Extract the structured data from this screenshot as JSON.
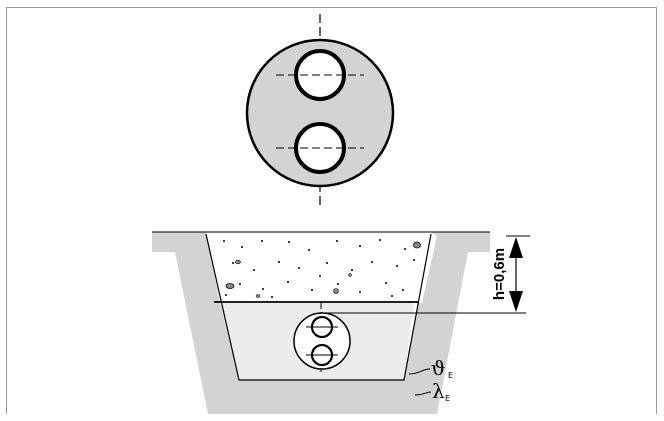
{
  "figure": {
    "depth_label": "h=0,6m",
    "soil_temperature_symbol": "ϑ",
    "soil_temperature_subscript": "E",
    "soil_conductivity_symbol": "λ",
    "soil_conductivity_subscript": "E"
  },
  "colors": {
    "soil_grey": "#d3d3d3",
    "backfill_grey": "#ececec",
    "stroke": "#000000",
    "border": "#9a9a9a"
  }
}
